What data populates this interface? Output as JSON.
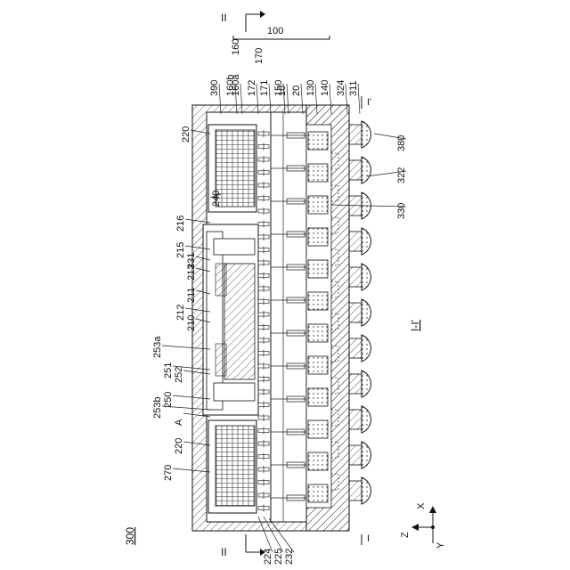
{
  "figure": {
    "package_label": "300",
    "section_label": "I-I'",
    "left_labels": [
      "220",
      "240",
      "216",
      "215",
      "231",
      "213",
      "211",
      "212",
      "210",
      "253a",
      "251",
      "252",
      "253b",
      "250",
      "A",
      "220",
      "270"
    ],
    "top_labels": [
      "390",
      "160b",
      "160a",
      "172",
      "171",
      "150",
      "10",
      "20",
      "130",
      "140",
      "324",
      "311"
    ],
    "bracket_labels": [
      "100",
      "160",
      "170"
    ],
    "right_labels": [
      "380",
      "322",
      "330"
    ],
    "bottom_labels": [
      "224",
      "225",
      "232"
    ],
    "section_marks": [
      "II",
      "II",
      "I",
      "I'"
    ],
    "axes": [
      "X",
      "Y",
      "Z"
    ]
  }
}
